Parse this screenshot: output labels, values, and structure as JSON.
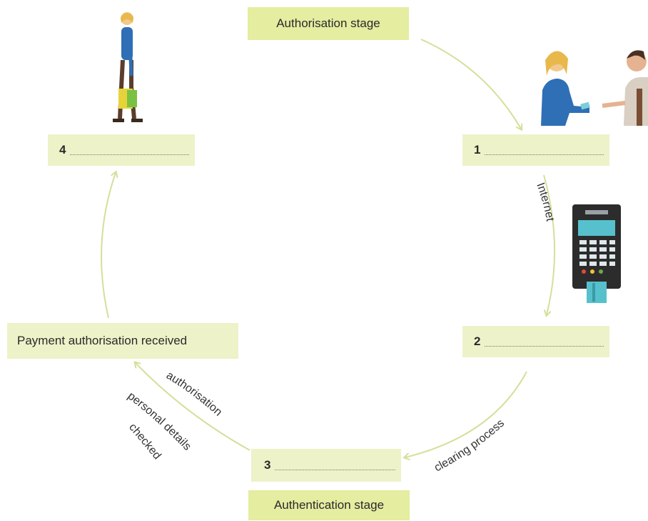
{
  "stages": {
    "authorisation": "Authorisation stage",
    "authentication": "Authentication stage"
  },
  "steps": [
    {
      "number": "1"
    },
    {
      "number": "2"
    },
    {
      "number": "3"
    },
    {
      "number": "4"
    }
  ],
  "received_label": "Payment authorisation received",
  "arrow_labels": {
    "internet": "Internet",
    "clearing": "clearing process",
    "authorisation": "authorisation",
    "personal_details": "personal details",
    "checked": "checked"
  },
  "colors": {
    "box_fill": "#eef2c8",
    "stage_fill": "#e4eda0",
    "arrow": "#d3e09a"
  },
  "icons": [
    "shopper-icon",
    "card-handover-icon",
    "card-terminal-icon"
  ]
}
